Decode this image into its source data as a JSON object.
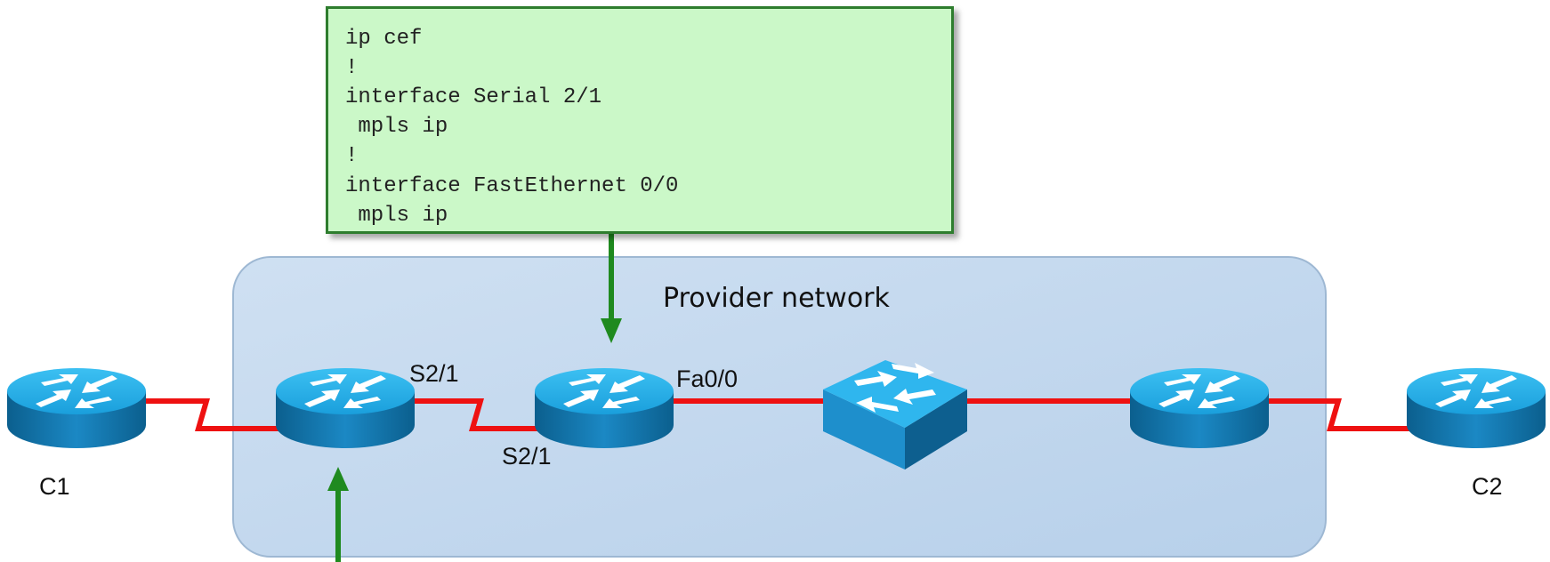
{
  "config_snippet": {
    "lines": [
      "ip cef",
      "!",
      "interface Serial 2/1",
      " mpls ip",
      "!",
      "interface FastEthernet 0/0",
      " mpls ip"
    ]
  },
  "provider_network": {
    "label": "Provider network"
  },
  "devices": {
    "c1": {
      "label": "C1"
    },
    "c2": {
      "label": "C2"
    }
  },
  "interfaces": {
    "pe1_serial": "S2/1",
    "p_serial": "S2/1",
    "p_fastethernet": "Fa0/0"
  },
  "colors": {
    "link": "#ee1111",
    "arrow": "#1f8a1f",
    "router_top": "#28aee8",
    "router_side": "#0f6fa3",
    "cloud_fill": "#c4d9ef",
    "config_fill": "#cbf8c8"
  }
}
